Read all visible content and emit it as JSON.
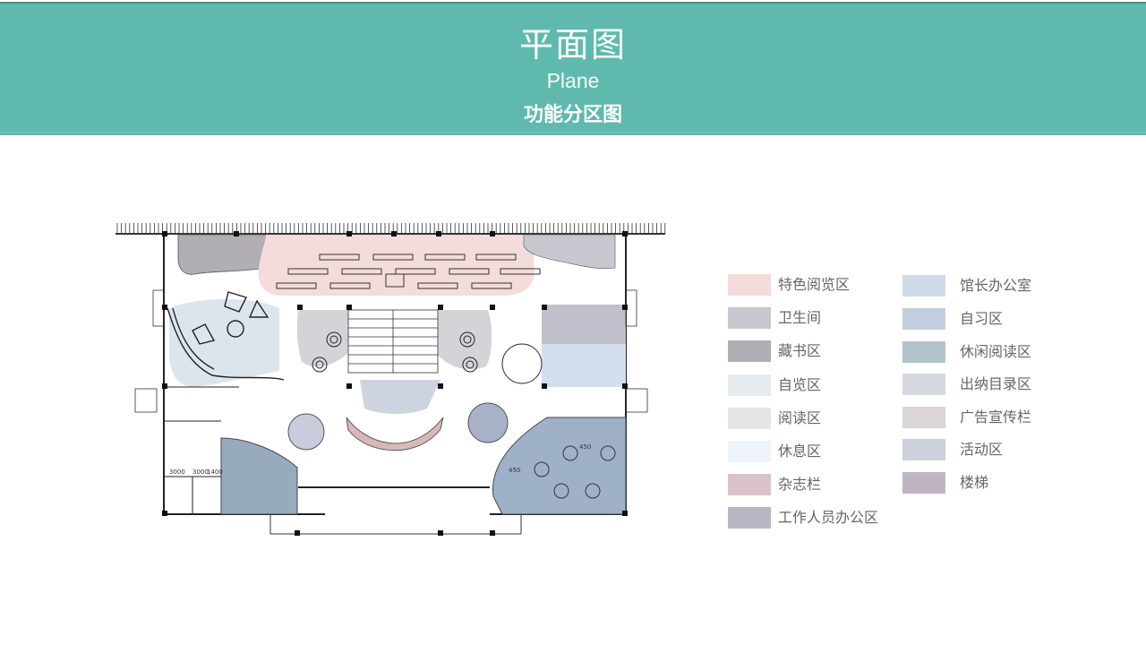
{
  "header": {
    "title_cn": "平面图",
    "title_en": "Plane",
    "subtitle": "功能分区图",
    "background": "#5fbaad"
  },
  "plan": {
    "dimension_labels": [
      "3000",
      "3000",
      "1400",
      "450",
      "450"
    ]
  },
  "legend": {
    "left_column": [
      {
        "label": "特色阅览区",
        "color": "#f3dcdb"
      },
      {
        "label": "卫生间",
        "color": "#c8c7cf"
      },
      {
        "label": "藏书区",
        "color": "#b1aeb5"
      },
      {
        "label": "自览区",
        "color": "#e6ebf0"
      },
      {
        "label": "阅读区",
        "color": "#e6e6e8"
      },
      {
        "label": "休息区",
        "color": "#eef4fa"
      },
      {
        "label": "杂志栏",
        "color": "#d9c3ca"
      },
      {
        "label": "工作人员办公区",
        "color": "#b6b6c5"
      }
    ],
    "right_column": [
      {
        "label": "馆长办公室",
        "color": "#cfdae8"
      },
      {
        "label": "自习区",
        "color": "#c2d0de"
      },
      {
        "label": "休闲阅读区",
        "color": "#b3c3cc"
      },
      {
        "label": "出纳目录区",
        "color": "#d5d9df"
      },
      {
        "label": "广告宣传栏",
        "color": "#dbd5d7"
      },
      {
        "label": "活动区",
        "color": "#ccd0dc"
      },
      {
        "label": "楼梯",
        "color": "#bfb5c2"
      }
    ]
  }
}
